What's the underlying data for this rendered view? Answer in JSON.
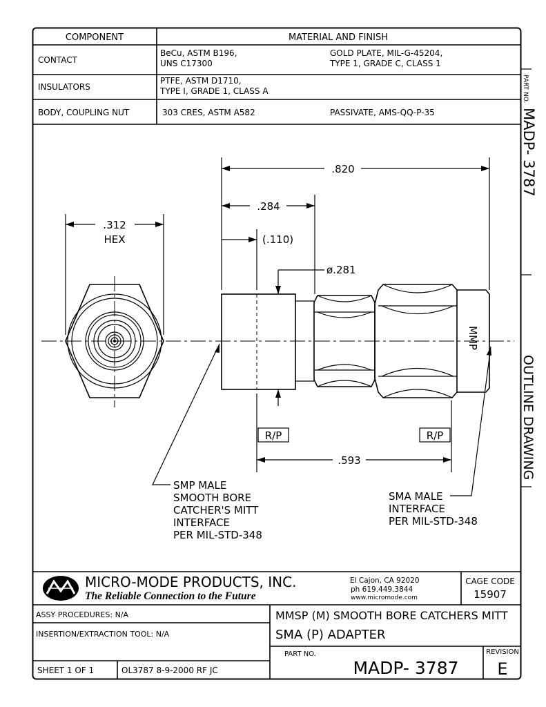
{
  "materials_table": {
    "header": {
      "component": "COMPONENT",
      "material": "MATERIAL AND FINISH"
    },
    "rows": [
      {
        "component": "CONTACT",
        "material_1": "BeCu, ASTM B196,",
        "material_2": "UNS C17300",
        "finish_1": "GOLD PLATE, MIL-G-45204,",
        "finish_2": "TYPE 1, GRADE C, CLASS 1"
      },
      {
        "component": "INSULATORS",
        "material_1": "PTFE, ASTM D1710,",
        "material_2": "TYPE I, GRADE 1, CLASS A",
        "finish_1": "",
        "finish_2": ""
      },
      {
        "component": "BODY, COUPLING NUT",
        "material_1": "303 CRES, ASTM A582",
        "material_2": "",
        "finish_1": "PASSIVATE, AMS-QQ-P-35",
        "finish_2": ""
      }
    ]
  },
  "side_tab": {
    "part_no_label": "PART NO.",
    "part_no": "MADP- 3787",
    "drawing_type": "OUTLINE DRAWING"
  },
  "drawing": {
    "dim_overall": ".820",
    "dim_body": ".284",
    "dim_recess": "(.110)",
    "dim_diameter": "ø.281",
    "dim_hex": ".312",
    "hex_label": "HEX",
    "dim_ref_planes": ".593",
    "ref_plane_left": "R/P",
    "ref_plane_right": "R/P",
    "marking": "MMP",
    "left_note": [
      "SMP MALE",
      "SMOOTH BORE",
      "CATCHER'S MITT",
      "INTERFACE",
      "PER MIL-STD-348"
    ],
    "right_note": [
      "SMA MALE",
      "INTERFACE",
      "PER MIL-STD-348"
    ]
  },
  "title_block": {
    "company": "MICRO-MODE PRODUCTS, INC.",
    "tagline": "The Reliable Connection to the Future",
    "city": "El Cajon, CA  92020",
    "phone": "ph  619.449.3844",
    "web": "www.micromode.com",
    "cage_label": "CAGE CODE",
    "cage_code": "15907",
    "assy": "ASSY PROCEDURES: N/A",
    "tool": "INSERTION/EXTRACTION TOOL: N/A",
    "title_1": "MMSP (M) SMOOTH BORE CATCHERS MITT",
    "title_2": "SMA (P) ADAPTER",
    "part_no_label": "PART NO.",
    "part_no": "MADP- 3787",
    "revision_label": "REVISION",
    "revision": "E",
    "sheet": "SHEET 1 OF 1",
    "dwg_info": "OL3787  8-9-2000  RF  JC"
  }
}
